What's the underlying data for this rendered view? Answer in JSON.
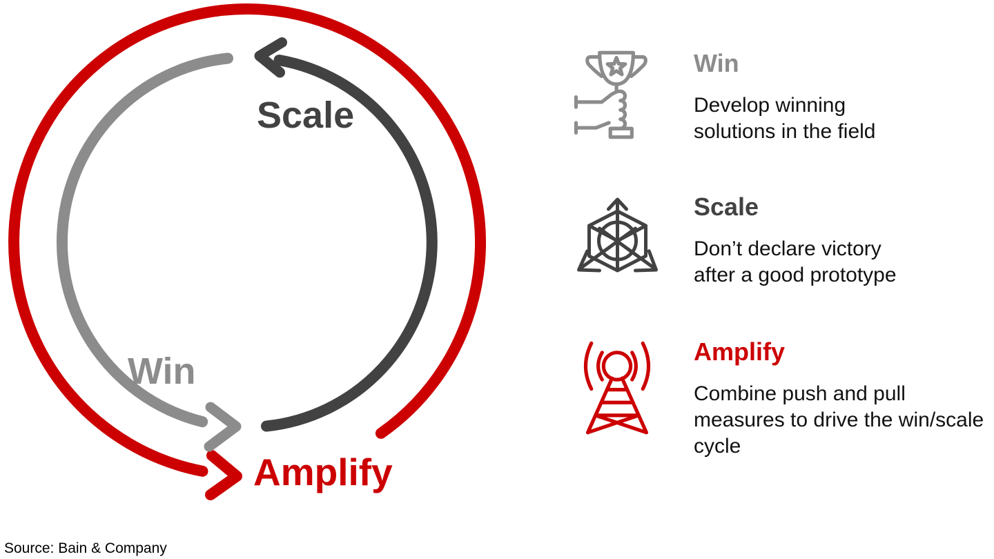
{
  "cycle": {
    "win_label": "Win",
    "scale_label": "Scale",
    "amplify_label": "Amplify"
  },
  "legend": {
    "items": [
      {
        "icon": "trophy-in-hand-icon",
        "title": "Win",
        "title_color": "#8c8c8c",
        "description": "Develop winning solutions in the field"
      },
      {
        "icon": "cube-expand-icon",
        "title": "Scale",
        "title_color": "#424242",
        "description": "Don’t declare victory after a good prototype"
      },
      {
        "icon": "radio-tower-icon",
        "title": "Amplify",
        "title_color": "#cc0000",
        "description": "Combine push and pull measures to drive the win/scale cycle"
      }
    ]
  },
  "footer": {
    "source": "Source: Bain & Company"
  },
  "colors": {
    "red": "#cc0000",
    "gray": "#8c8c8c",
    "dark": "#424242",
    "body_text": "#111111"
  }
}
